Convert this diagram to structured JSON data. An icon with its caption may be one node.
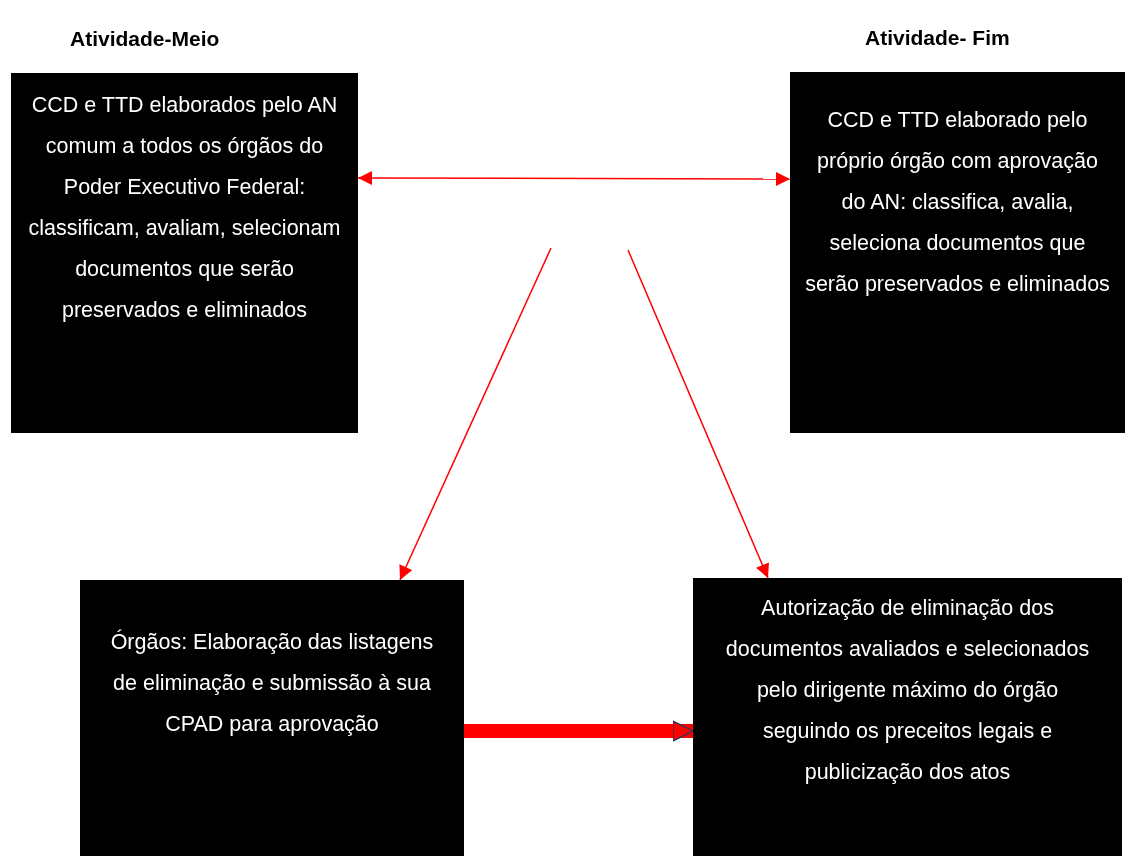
{
  "diagram": {
    "nodes": [
      {
        "text": [
          "Atividade-Meio",
          "CCD e TTD elaborados pelo AN comum a todos os órgãos do Poder Executivo Federal: classificam, avaliam, selecionam documentos que serão preservados e eliminados"
        ]
      },
      {
        "text": [
          "Atividade- Fim",
          "CCD e TTD elaborado pelo próprio órgão com aprovação do AN: classifica, avalia, seleciona documentos que serão preservados e eliminados"
        ]
      },
      {
        "text": [
          "Órgãos: Elaboração das listagens de eliminação e submissão à sua CPAD para aprovação"
        ]
      },
      {
        "text": [
          "Autorização de eliminação dos documentos avaliados e selecionados pelo dirigente máximo do órgão seguindo os preceitos legais e publicização dos atos"
        ]
      }
    ],
    "edges": [
      {
        "from": 0,
        "to": 1,
        "arrow": "both"
      },
      {
        "from": null,
        "to": 2,
        "arrow": "to"
      },
      {
        "from": null,
        "to": 3,
        "arrow": "to"
      },
      {
        "from": 2,
        "to": 3,
        "arrow": "to",
        "style": "thick"
      }
    ]
  }
}
